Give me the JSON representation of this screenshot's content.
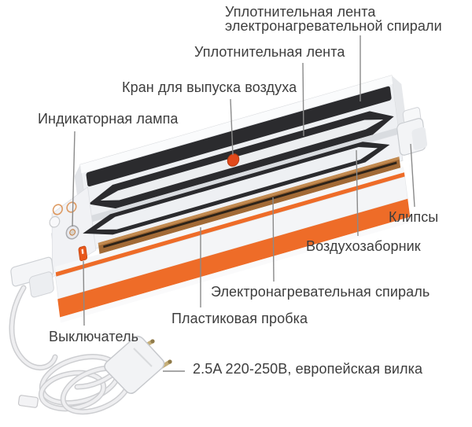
{
  "diagram": {
    "background_color": "#ffffff",
    "label_color": "#3d3d3d",
    "leader_color": "#8a8a8a",
    "labels": {
      "seal_tape_heating_coil_line1": "Уплотнительная лента",
      "seal_tape_heating_coil_line2": "электронагревательной спирали",
      "seal_tape": "Уплотнительная лента",
      "air_release_valve": "Кран для выпуска воздуха",
      "indicator_lamp": "Индикаторная лампа",
      "clips": "Клипсы",
      "air_intake": "Воздухозаборник",
      "heating_coil": "Электронагревательная спираль",
      "plastic_plug": "Пластиковая пробка",
      "power_switch": "Выключатель",
      "plug_spec": "2.5A 220-250В, европейская вилка"
    },
    "device": {
      "body_color": "#f2f3f5",
      "rim_color": "#fafbfc",
      "strip_color": "#2b2b2e",
      "accent_orange": "#ee6c28",
      "valve_orange": "#e2491b",
      "switch_orange": "#e8581c",
      "heating_strip_brown": "#a26a36",
      "cord_color": "#efeff1",
      "pin_color": "#c5ae77"
    }
  }
}
